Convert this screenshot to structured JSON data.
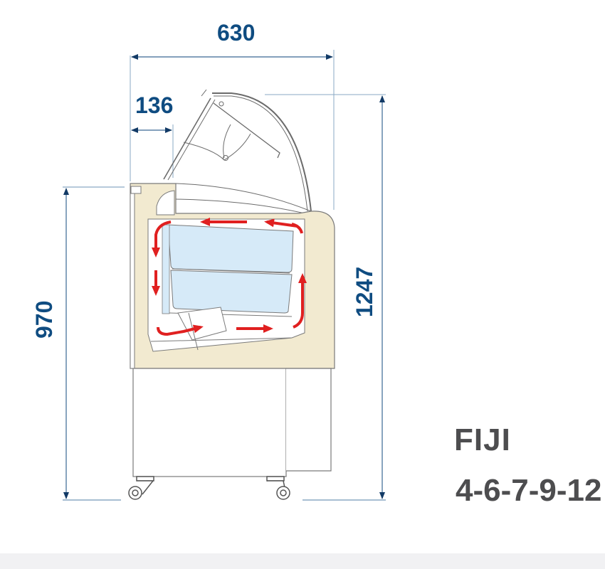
{
  "dimensions": {
    "width_total": "630",
    "glass_offset": "136",
    "counter_height": "970",
    "total_height": "1247"
  },
  "model": {
    "name": "FIJI",
    "sizes": "4-6-7-9-12"
  },
  "colors": {
    "dimension_text": "#0f4c81",
    "dimension_line": "#8aa9c4",
    "arrow_head": "#123a66",
    "cabinet_fill": "#f2ead0",
    "tray_fill": "#d6eaf8",
    "airflow_arrow": "#e02020",
    "model_text": "#4d4d4f",
    "footer_bar": "#f1f1f3"
  },
  "airflow": {
    "direction_description": "Cold air circulates clockwise-reverse: top right to left, down front, across bottom, up back"
  }
}
